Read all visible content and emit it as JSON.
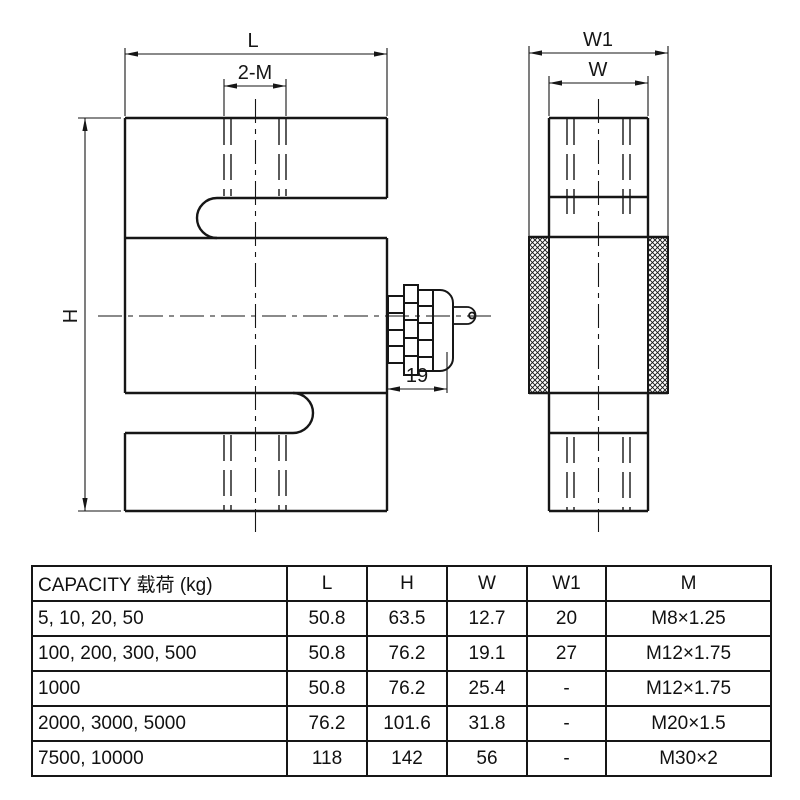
{
  "drawing": {
    "front_view": {
      "dim_length_label": "L",
      "dim_thread_label": "2-M",
      "dim_height_label": "H",
      "dim_gland_label": "19"
    },
    "side_view": {
      "dim_outer_width_label": "W1",
      "dim_width_label": "W"
    },
    "colors": {
      "line": "#161616",
      "background": "#ffffff"
    }
  },
  "table": {
    "headers": [
      "CAPACITY 载荷  (kg)",
      "L",
      "H",
      "W",
      "W1",
      "M"
    ],
    "rows": [
      {
        "capacity": "5, 10, 20, 50",
        "l": "50.8",
        "h": "63.5",
        "w": "12.7",
        "w1": "20",
        "m": "M8×1.25"
      },
      {
        "capacity": "100, 200, 300, 500",
        "l": "50.8",
        "h": "76.2",
        "w": "19.1",
        "w1": "27",
        "m": "M12×1.75"
      },
      {
        "capacity": "1000",
        "l": "50.8",
        "h": "76.2",
        "w": "25.4",
        "w1": "-",
        "m": "M12×1.75"
      },
      {
        "capacity": "2000, 3000, 5000",
        "l": "76.2",
        "h": "101.6",
        "w": "31.8",
        "w1": "-",
        "m": "M20×1.5"
      },
      {
        "capacity": "7500, 10000",
        "l": "118",
        "h": "142",
        "w": "56",
        "w1": "-",
        "m": "M30×2"
      }
    ]
  }
}
